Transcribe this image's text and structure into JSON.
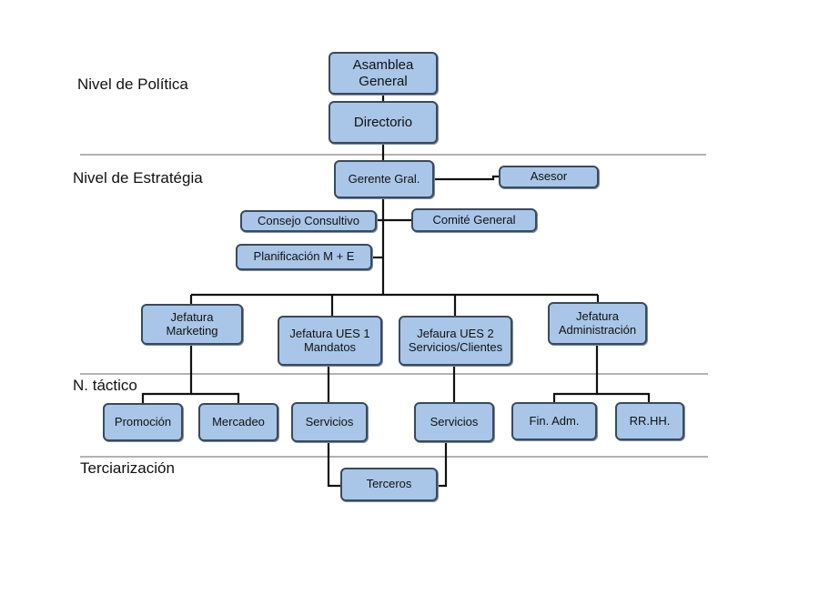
{
  "levels": {
    "politica": "Nivel de Política",
    "estrategia": "Nivel de Estratégia",
    "tactico": "N. táctico",
    "terciarizacion": "Terciarización"
  },
  "nodes": {
    "asamblea": "Asamblea\nGeneral",
    "directorio": "Directorio",
    "gerente": "Gerente Gral.",
    "asesor": "Asesor",
    "consejo": "Consejo Consultivo",
    "comite": "Comité General",
    "planificacion": "Planificación M + E",
    "jef_marketing": "Jefatura\nMarketing",
    "jef_ues1": "Jefatura UES 1\nMandatos",
    "jef_ues2": "Jefaura UES 2\nServicios/Clientes",
    "jef_admin": "Jefatura\nAdministración",
    "promocion": "Promoción",
    "mercadeo": "Mercadeo",
    "servicios1": "Servicios",
    "servicios2": "Servicios",
    "fin_adm": "Fin. Adm.",
    "rrhh": "RR.HH.",
    "terceros": "Terceros"
  },
  "colors": {
    "box_fill": "#a9c6e8",
    "box_border": "#3a4a5c",
    "line": "#111111",
    "divider": "#9a9a9a"
  }
}
